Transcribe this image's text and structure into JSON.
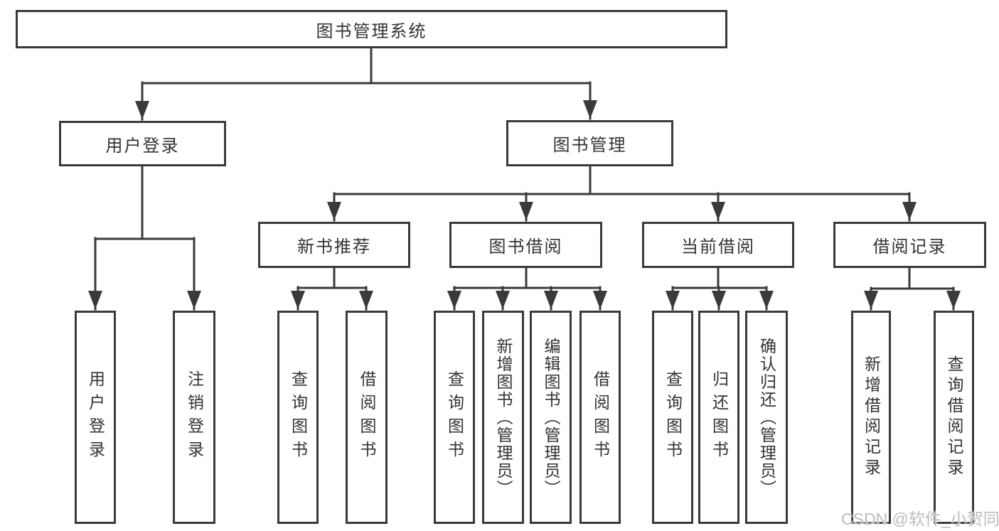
{
  "colors": {
    "line": "#3a3a3a",
    "text": "#333333",
    "bg": "#ffffff",
    "box-bg": "#ffffff",
    "watermark": "#b9bdc1"
  },
  "diagram": {
    "root": {
      "label": "图书管理系统"
    },
    "level2": [
      {
        "label": "用户登录"
      },
      {
        "label": "图书管理"
      }
    ],
    "level3": [
      {
        "label": "新书推荐"
      },
      {
        "label": "图书借阅"
      },
      {
        "label": "当前借阅"
      },
      {
        "label": "借阅记录"
      }
    ],
    "leaves": [
      {
        "label": "用户登录"
      },
      {
        "label": "注销登录"
      },
      {
        "label": "查询图书"
      },
      {
        "label": "借阅图书"
      },
      {
        "label": "查询图书"
      },
      {
        "label": "新增图书（管理员）"
      },
      {
        "label": "编辑图书（管理员）"
      },
      {
        "label": "借阅图书"
      },
      {
        "label": "查询图书"
      },
      {
        "label": "归还图书"
      },
      {
        "label": "确认归还（管理员）"
      },
      {
        "label": "新增借阅记录"
      },
      {
        "label": "查询借阅记录"
      }
    ]
  },
  "watermark": {
    "text": "CSDN @软件_小贺同学"
  }
}
